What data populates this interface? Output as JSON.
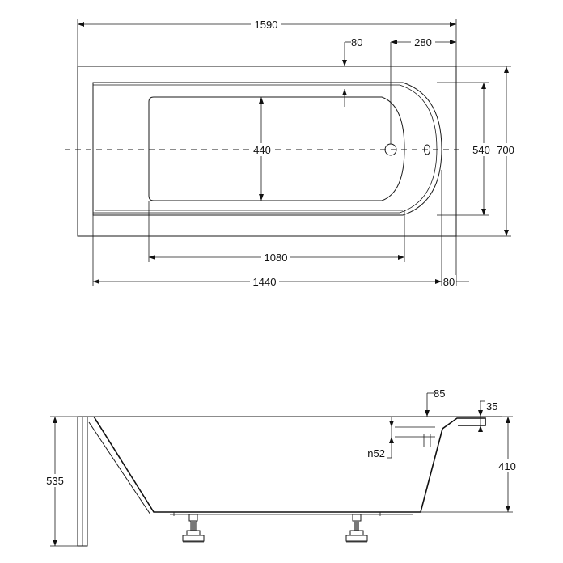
{
  "top_view": {
    "overall_length": "1590",
    "drain_offset": "80",
    "drain_to_end": "280",
    "inner_width": "440",
    "rim_inner_width": "540",
    "overall_width": "700",
    "bottom_length": "1080",
    "inner_length": "1440",
    "end_rim": "80"
  },
  "side_view": {
    "overflow_offset": "85",
    "rim_thickness": "35",
    "drain_diameter": "n52",
    "depth": "410",
    "height": "535"
  }
}
